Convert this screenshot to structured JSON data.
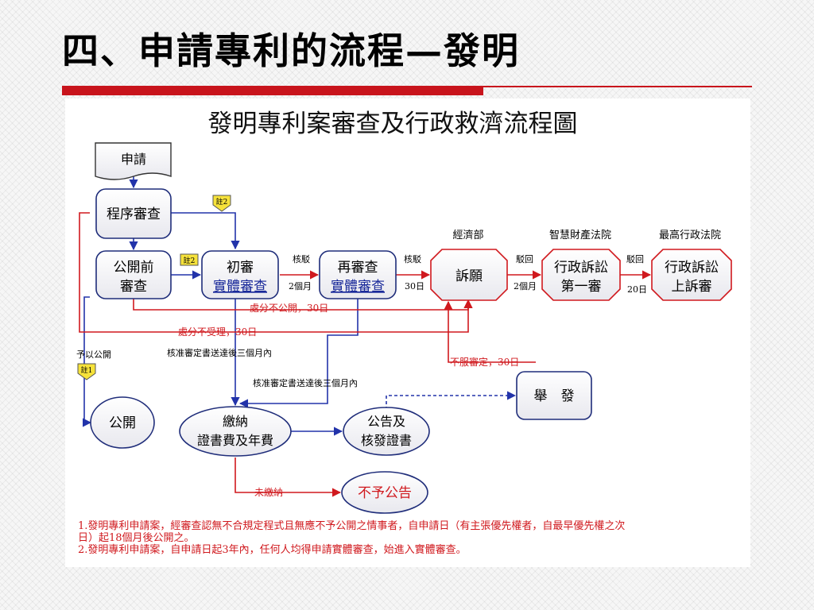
{
  "slide": {
    "title": "四、申請專利的流程—發明"
  },
  "diagram": {
    "title": "發明專利案審查及行政救濟流程圖",
    "nodes": {
      "apply": "申請",
      "formal_review": "程序審查",
      "pre_publication": [
        "公開前",
        "審查"
      ],
      "first_exam": [
        "初審",
        "實體審查"
      ],
      "re_exam": [
        "再審查",
        "實體審查"
      ],
      "petition": "訴願",
      "admin_court_1": [
        "行政訴訟",
        "第一審"
      ],
      "admin_court_appeal": [
        "行政訴訟",
        "上訴審"
      ],
      "publication": "公開",
      "pay_fees": [
        "繳納",
        "證書費及年費"
      ],
      "announce": [
        "公告及",
        "核發證書"
      ],
      "invalidation": "舉　發",
      "no_announce": "不予公告"
    },
    "headers": {
      "ministry": "經濟部",
      "ip_court": "智慧財產法院",
      "supreme_admin_court": "最高行政法院"
    },
    "labels": {
      "note2": "註2",
      "note1": "註1",
      "reject1": "核駁",
      "reject2": "核駁",
      "dismiss1": "駁回",
      "dismiss2": "駁回",
      "two_months_1": "2個月",
      "two_months_2": "2個月",
      "thirty_days": "30日",
      "twenty_days": "20日",
      "not_publish": "處分不公開，30日",
      "not_accept": "處分不受理，30日",
      "to_publish": "予以公開",
      "approved_1": "核准審定書送達後三個月內",
      "approved_2": "核准審定書送達後三個月內",
      "disagree": "不服審定，30日",
      "unpaid": "未繳納"
    },
    "notes": [
      "1.發明專利申請案，經審查認無不合規定程式且無應不予公開之情事者，自申請日（有主張優先權者，自最早優先權之次",
      "日）起18個月後公開之。",
      "2.發明專利申請案，自申請日起3年內，任何人均得申請實體審查，始進入實體審查。"
    ]
  },
  "colors": {
    "accent_red": "#c8141c",
    "node_border": "#1f2d7a",
    "line_blue": "#2233aa",
    "line_red": "#d0191e",
    "text_red": "#d0191e",
    "text_blue": "#1a2a9a"
  }
}
